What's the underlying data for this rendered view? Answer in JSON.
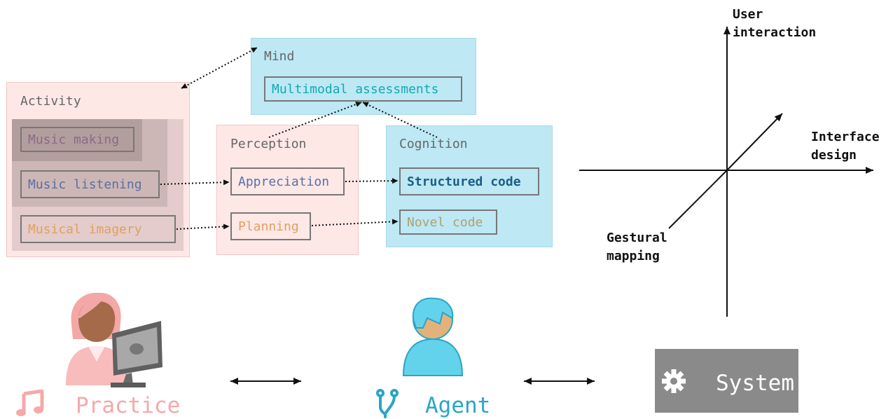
{
  "regions": {
    "activity": {
      "title": "Activity"
    },
    "perception": {
      "title": "Perception"
    },
    "cognition": {
      "title": "Cognition"
    },
    "mind": {
      "title": "Mind"
    }
  },
  "nodes": {
    "music_making": "Music making",
    "music_listening": "Music listening",
    "musical_imagery": "Musical imagery",
    "appreciation": "Appreciation",
    "planning": "Planning",
    "structured_code": "Structured code",
    "novel_code": "Novel code",
    "multimodal_assessments": "Multimodal assessments"
  },
  "axes": {
    "user_interaction": "User\ninteraction",
    "interface_design": "Interface\ndesign",
    "gestural_mapping": "Gestural\nmapping"
  },
  "bottom": {
    "practice": "Practice",
    "agent": "Agent",
    "system": "System"
  },
  "colors": {
    "pink_region": "#fde3e1",
    "blue_region": "#bfe9f5",
    "practice_pink": "#f5a9a9",
    "agent_teal": "#2aa5c5",
    "system_gray": "#8a8a8a",
    "orange_text": "#e0a060",
    "slate_text": "#5a6fa3",
    "mauve_text": "#8a6a8a",
    "teal_text": "#11aab0",
    "darkblue_text": "#1c5c86",
    "olive_text": "#b0a070"
  },
  "icons": {
    "music": "music-note-icon",
    "branch": "branch-icon",
    "gear": "gear-icon",
    "practice_person": "person-computer-icon",
    "agent_person": "person-icon"
  }
}
